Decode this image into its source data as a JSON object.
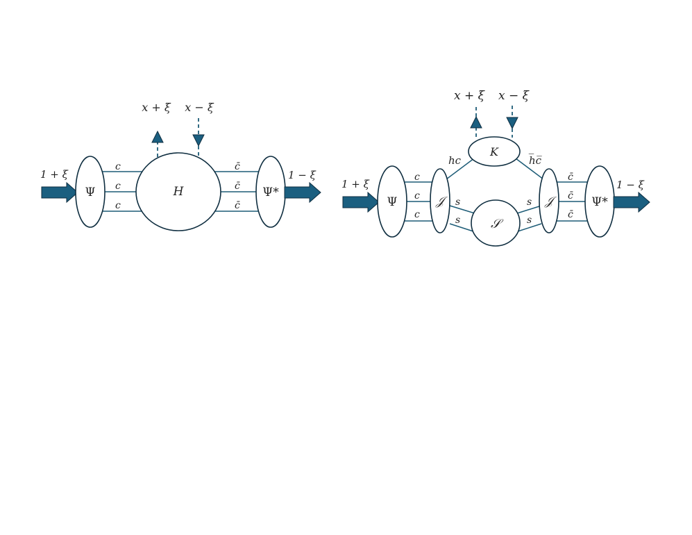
{
  "left": {
    "in_momentum": "1 + ξ",
    "out_momentum": "1 − ξ",
    "top_out": "x + ξ",
    "top_in": "x − ξ",
    "psi": "Ψ",
    "psi_star": "Ψ*",
    "hard": "H",
    "c_lines": [
      "c",
      "c",
      "c"
    ],
    "cbar_lines": [
      "c̄",
      "c̄",
      "c̄"
    ]
  },
  "right": {
    "in_momentum": "1 + ξ",
    "out_momentum": "1 − ξ",
    "top_out": "x + ξ",
    "top_in": "x − ξ",
    "psi": "Ψ",
    "psi_star": "Ψ*",
    "jet_left": "𝒥",
    "jet_right": "𝒥",
    "kernel": "K",
    "soft": "𝒮",
    "hc": "hc",
    "hcbar": "h̅c̅",
    "c_lines": [
      "c",
      "c",
      "c"
    ],
    "cbar_lines": [
      "c̄",
      "c̄",
      "c̄"
    ],
    "s_left": [
      "s",
      "s"
    ],
    "s_right": [
      "s",
      "s"
    ]
  }
}
